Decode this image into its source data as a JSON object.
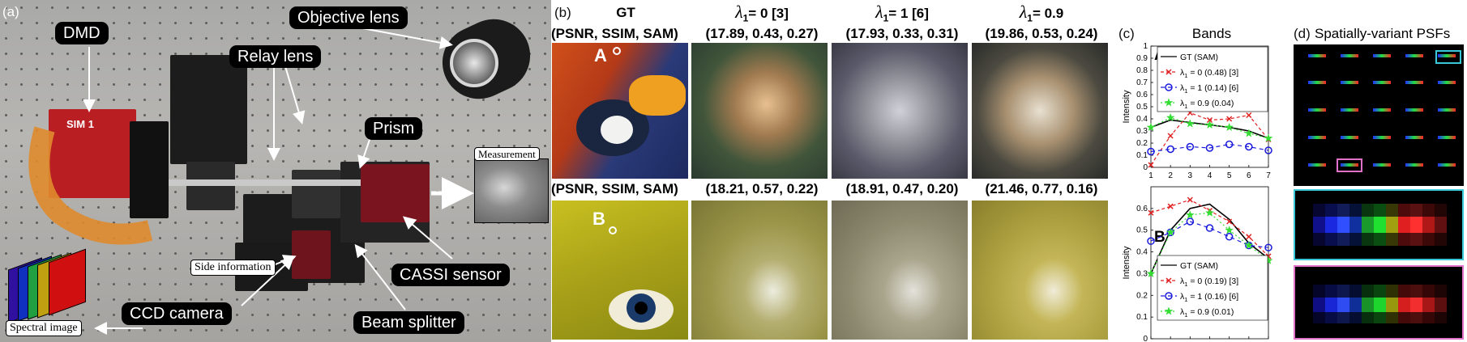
{
  "panel_a": {
    "letter": "(a)",
    "labels": {
      "dmd": "DMD",
      "objective_lens": "Objective lens",
      "relay_lens": "Relay lens",
      "prism": "Prism",
      "cassi_sensor": "CASSI sensor",
      "ccd_camera": "CCD camera",
      "beam_splitter": "Beam splitter",
      "measurement": "Measurement",
      "side_information": "Side information",
      "spectral_image": "Spectral image"
    },
    "product_text": "SIM 1"
  },
  "panel_b": {
    "letter": "(b)",
    "gt_label": "GT",
    "metrics_header": "(PSNR, SSIM, SAM)",
    "columns": [
      {
        "sym": "λ",
        "sub": "1",
        "eq": "= 0 [3]"
      },
      {
        "sym": "λ",
        "sub": "1",
        "eq": "= 1 [6]"
      },
      {
        "sym": "λ",
        "sub": "1",
        "eq": "= 0.9"
      }
    ],
    "row1_metrics": [
      "(17.89, 0.43, 0.27)",
      "(17.93, 0.33, 0.31)",
      "(19.86, 0.53, 0.24)"
    ],
    "row2_metrics": [
      "(18.21, 0.57, 0.22)",
      "(18.91, 0.47, 0.20)",
      "(21.46, 0.77, 0.16)"
    ],
    "marker_a": "A",
    "marker_b": "B"
  },
  "panel_c": {
    "letter": "(c)",
    "title": "Bands",
    "colors": {
      "gt": "#000000",
      "l0": "#e02020",
      "l1": "#1a1adc",
      "l09": "#33dd33"
    },
    "chart_data": [
      {
        "type": "line",
        "marker": "A",
        "x": [
          1,
          2,
          3,
          4,
          5,
          6,
          7
        ],
        "xlim": [
          1,
          7
        ],
        "ylim": [
          0,
          1
        ],
        "yticks": [
          "0",
          "0.1",
          "0.2",
          "0.3",
          "0.4",
          "0.5",
          "0.6",
          "0.7",
          "0.8",
          "0.9",
          "1"
        ],
        "xticks": [
          "1",
          "2",
          "3",
          "4",
          "5",
          "6",
          "7"
        ],
        "ylabel": "Intensity",
        "series": [
          {
            "name": "GT (SAM)",
            "values": [
              0.33,
              0.39,
              0.37,
              0.35,
              0.33,
              0.3,
              0.24
            ]
          },
          {
            "name_parts": [
              "λ",
              "1",
              "= 0 (0.48) [3]"
            ],
            "values": [
              0.02,
              0.26,
              0.45,
              0.39,
              0.4,
              0.43,
              0.23
            ]
          },
          {
            "name_parts": [
              "λ",
              "1",
              "= 1 (0.14) [6]"
            ],
            "values": [
              0.13,
              0.15,
              0.17,
              0.16,
              0.19,
              0.17,
              0.14
            ]
          },
          {
            "name_parts": [
              "λ",
              "1",
              "= 0.9 (0.04)"
            ],
            "values": [
              0.33,
              0.41,
              0.36,
              0.35,
              0.33,
              0.28,
              0.24
            ]
          }
        ]
      },
      {
        "type": "line",
        "marker": "B",
        "x": [
          1,
          2,
          3,
          4,
          5,
          6,
          7
        ],
        "xlim": [
          1,
          7
        ],
        "ylim": [
          0,
          0.7
        ],
        "yticks": [
          "0",
          "0.1",
          "0.2",
          "0.3",
          "0.4",
          "0.5",
          "0.6"
        ],
        "ylabel": "Intensity",
        "series": [
          {
            "name": "GT (SAM)",
            "values": [
              0.3,
              0.5,
              0.6,
              0.62,
              0.55,
              0.44,
              0.37
            ]
          },
          {
            "name_parts": [
              "λ",
              "1",
              "= 0 (0.19) [3]"
            ],
            "values": [
              0.58,
              0.61,
              0.64,
              0.59,
              0.54,
              0.47,
              0.38
            ]
          },
          {
            "name_parts": [
              "λ",
              "1",
              "= 1 (0.16) [6]"
            ],
            "values": [
              0.45,
              0.49,
              0.54,
              0.51,
              0.47,
              0.43,
              0.42
            ]
          },
          {
            "name_parts": [
              "λ",
              "1",
              "= 0.9 (0.01)"
            ],
            "values": [
              0.3,
              0.49,
              0.57,
              0.58,
              0.5,
              0.43,
              0.36
            ]
          }
        ]
      }
    ]
  },
  "panel_d": {
    "letter": "(d)",
    "title": "Spatially-variant PSFs",
    "highlight_top": "#39c8d8",
    "highlight_bottom": "#e070c8"
  }
}
